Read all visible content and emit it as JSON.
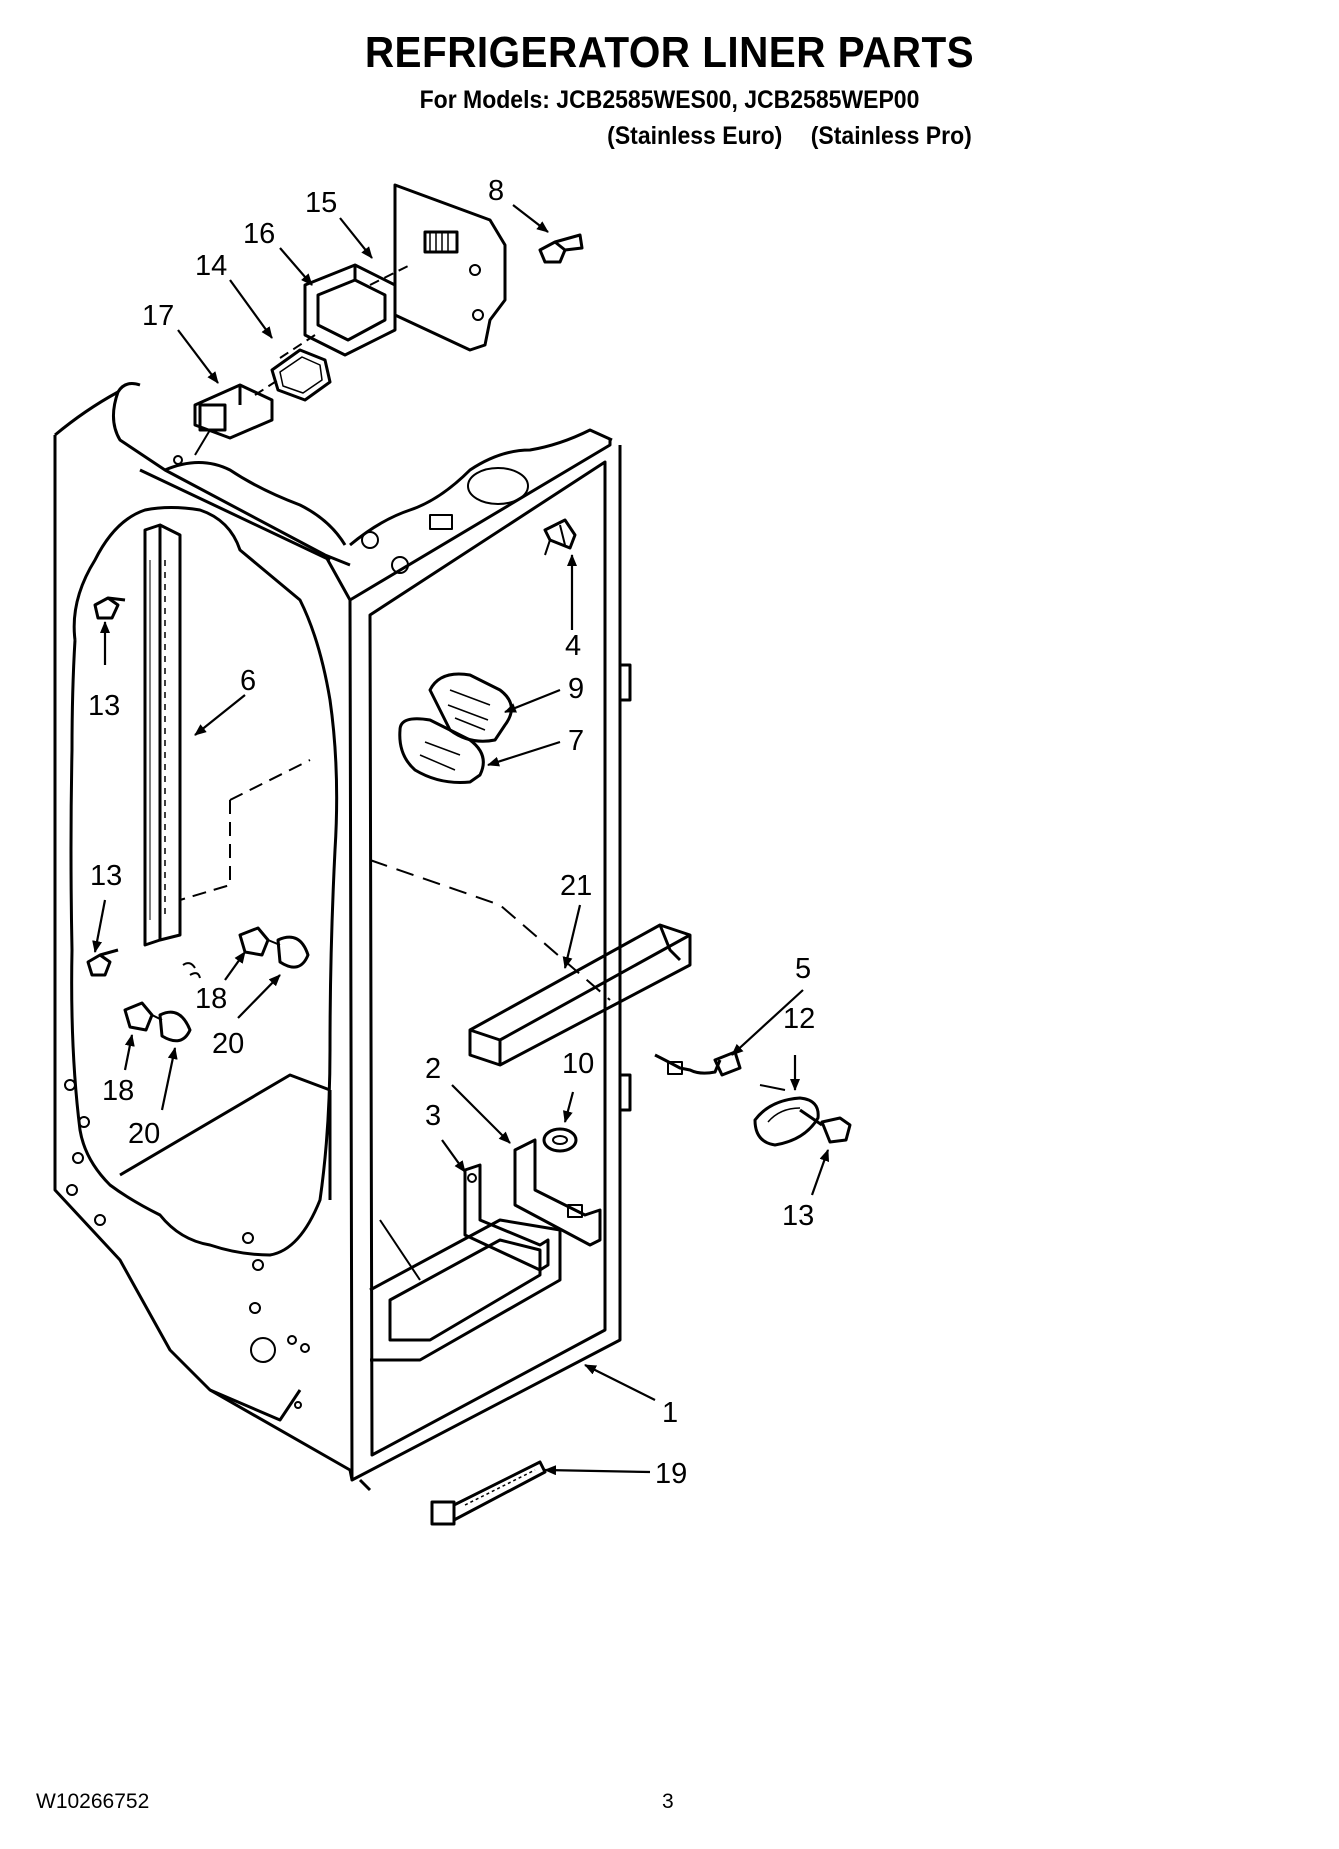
{
  "header": {
    "title": "REFRIGERATOR LINER PARTS",
    "models_line": "For Models: JCB2585WES00, JCB2585WEP00",
    "variant_1": "(Stainless Euro)",
    "variant_2": "(Stainless Pro)"
  },
  "callouts": {
    "c1": "1",
    "c2": "2",
    "c3": "3",
    "c4": "4",
    "c5": "5",
    "c6": "6",
    "c7": "7",
    "c8": "8",
    "c9": "9",
    "c10": "10",
    "c12": "12",
    "c13a": "13",
    "c13b": "13",
    "c13c": "13",
    "c14": "14",
    "c15": "15",
    "c16": "16",
    "c17": "17",
    "c18a": "18",
    "c18b": "18",
    "c19": "19",
    "c20a": "20",
    "c20b": "20",
    "c21": "21"
  },
  "footer": {
    "doc_number": "W10266752",
    "page_number": "3"
  }
}
